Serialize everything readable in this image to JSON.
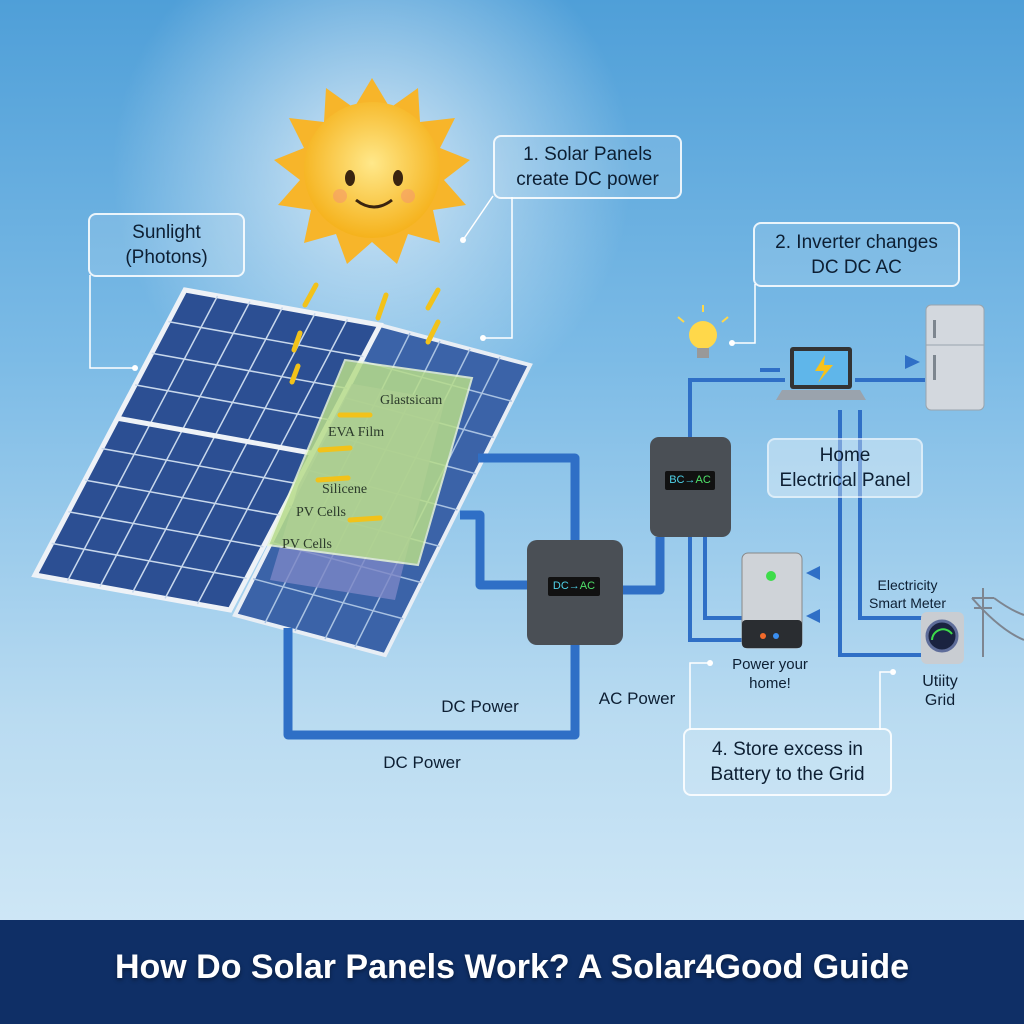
{
  "labels": {
    "sunlight": [
      "Sunlight",
      "(Photons)"
    ],
    "step1": [
      "1. Solar Panels",
      "create DC power"
    ],
    "step2": [
      "2. Inverter changes",
      "DC DC AC"
    ],
    "home_panel": [
      "Home",
      "Electrical Panel"
    ],
    "step4": [
      "4. Store excess in",
      "Battery to the Grid"
    ],
    "smart_meter": [
      "Electricity",
      "Smart Meter"
    ],
    "utility_grid": [
      "Utiity",
      "Grid"
    ],
    "power_home": [
      "Power your",
      "home!"
    ],
    "dc_power_1": "DC Power",
    "dc_power_2": "DC Power",
    "ac_power": "AC Power"
  },
  "layers": [
    "Glastsicam",
    "EVA Film",
    "Silicene",
    "PV Cells",
    "PV Cells"
  ],
  "inverters": [
    {
      "from": "DC",
      "arrow": "→",
      "to": "AC"
    },
    {
      "from": "BC",
      "arrow": "→",
      "to": "AC"
    }
  ],
  "banner": {
    "title": "How Do Solar Panels Work? A Solar4Good Guide"
  },
  "colors": {
    "pipe": "#2f6fc6",
    "banner": "#0f2f66",
    "panel_cell": "#2c4f93",
    "layer": "#b7dc8a"
  }
}
